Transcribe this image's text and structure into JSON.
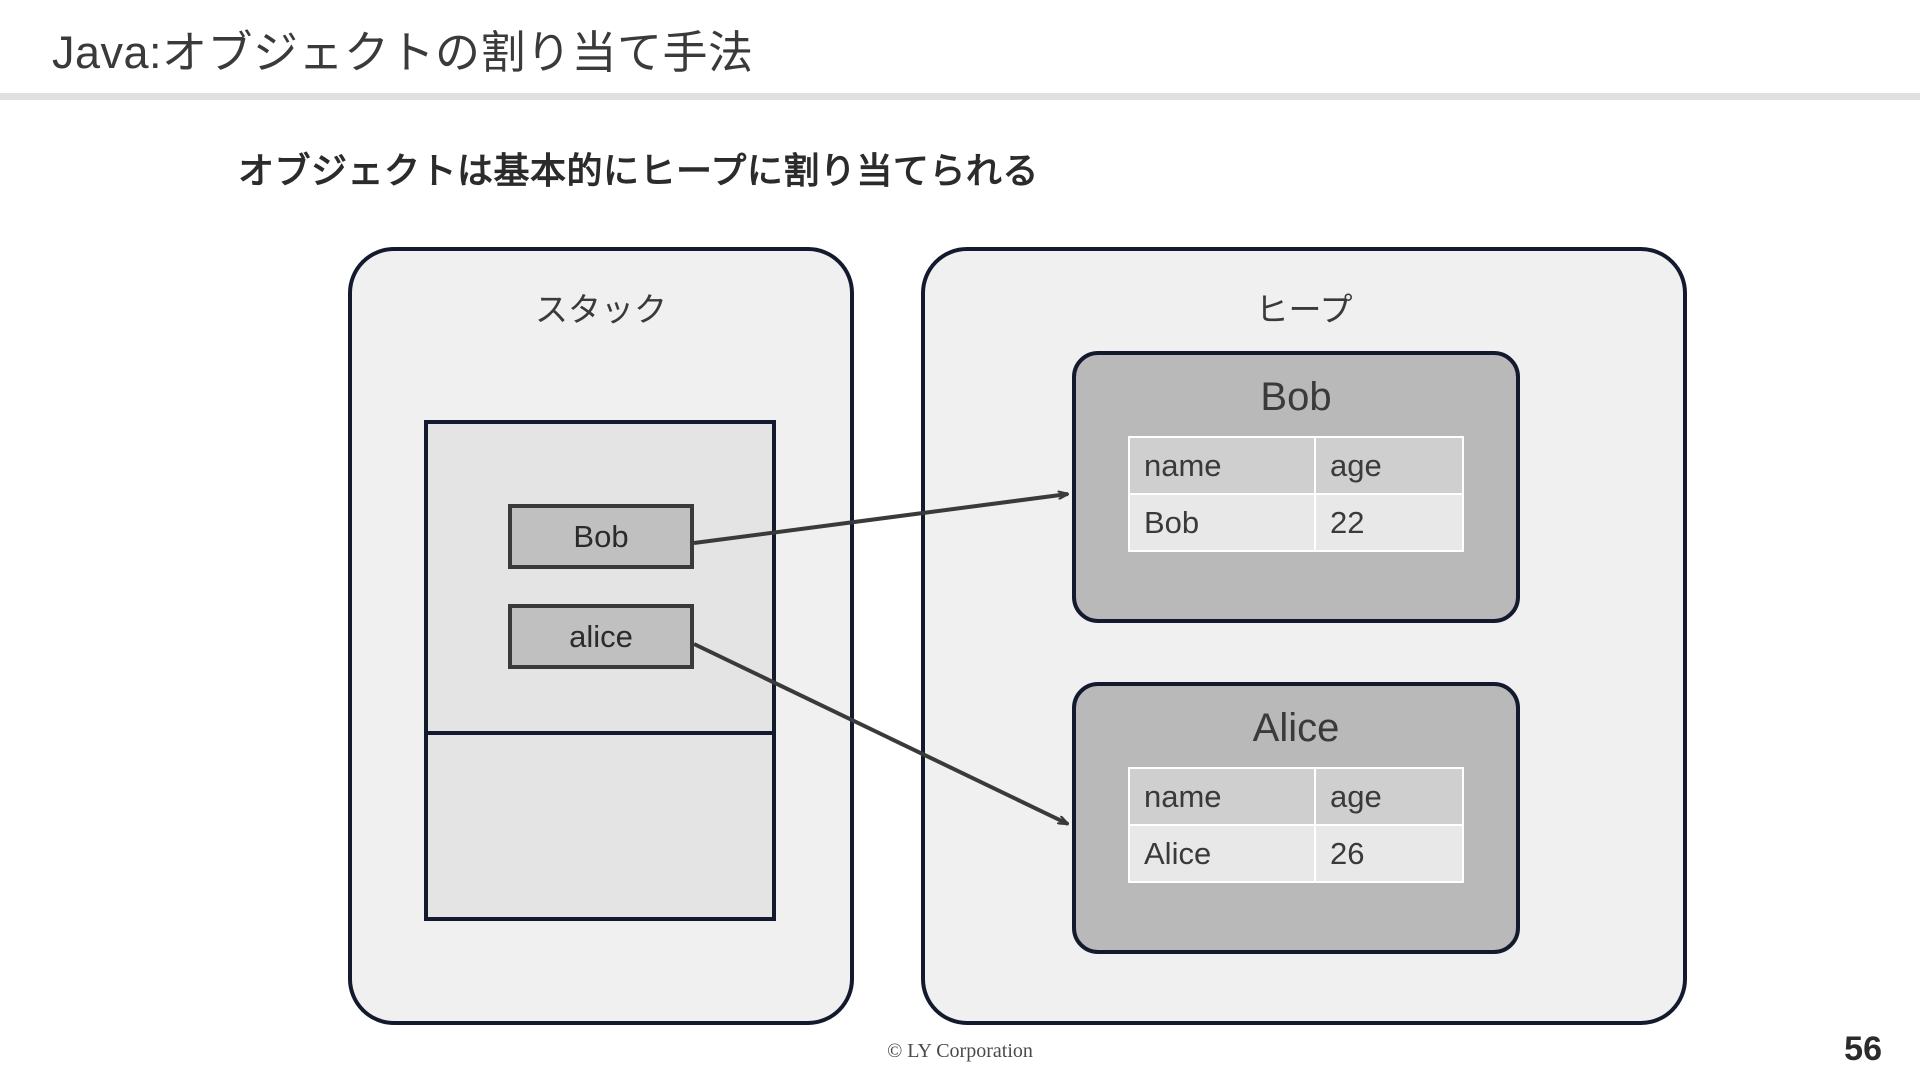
{
  "slide": {
    "title": "Java:オブジェクトの割り当て手法",
    "subtitle": "オブジェクトは基本的にヒープに割り当てられる",
    "page_number": "56",
    "copyright": "© LY Corporation"
  },
  "colors": {
    "region_fill": "#f0f0f0",
    "region_border": "#131a2e",
    "stack_frame_fill": "#e4e4e4",
    "var_box_fill": "#c0c0c0",
    "var_box_border": "#3a3a3a",
    "object_card_fill": "#b9b9b9",
    "table_header_fill": "#cfcfcf",
    "table_cell_fill": "#e8e8e8",
    "arrow": "#3a3a3a",
    "header_rule": "#e0e0e0",
    "text": "#3a3a3a"
  },
  "diagram": {
    "stack": {
      "label": "スタック",
      "variables": [
        {
          "name": "Bob"
        },
        {
          "name": "alice"
        }
      ]
    },
    "heap": {
      "label": "ヒープ",
      "objects": [
        {
          "title": "Bob",
          "columns": [
            "name",
            "age"
          ],
          "row": [
            "Bob",
            "22"
          ]
        },
        {
          "title": "Alice",
          "columns": [
            "name",
            "age"
          ],
          "row": [
            "Alice",
            "26"
          ]
        }
      ]
    },
    "references": [
      {
        "from": "Bob",
        "to": "Bob"
      },
      {
        "from": "alice",
        "to": "Alice"
      }
    ]
  }
}
